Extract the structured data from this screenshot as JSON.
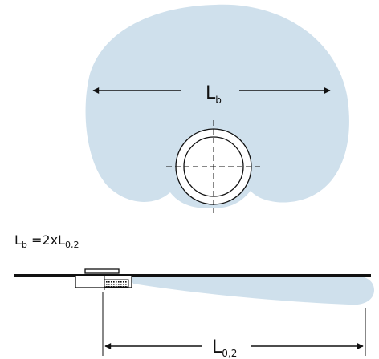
{
  "colors": {
    "plume": "#cfe0ec",
    "line": "#111111",
    "background": "#ffffff"
  },
  "top_view": {
    "dimension_label": {
      "main": "L",
      "sub": "b"
    }
  },
  "formula": {
    "lhs_main": "L",
    "lhs_sub": "b",
    "equals": " =2xL",
    "rhs_sub": "0,2"
  },
  "side_view": {
    "dimension_label": {
      "main": "L",
      "sub": "0,2"
    }
  }
}
